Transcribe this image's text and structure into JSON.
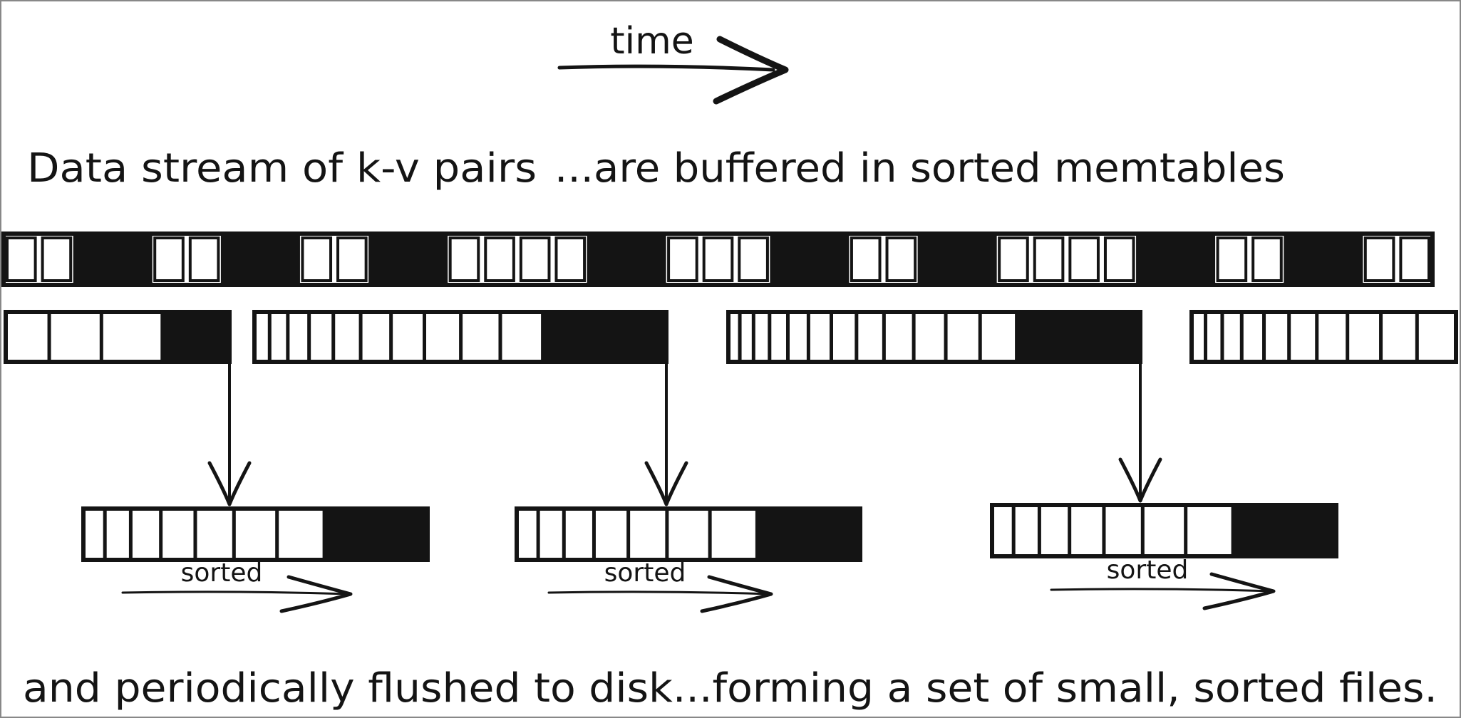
{
  "labels": {
    "time": "time",
    "stream": "Data stream of k-v pairs",
    "buffered": "...are buffered in sorted memtables",
    "flushed": "and periodically flushed to disk...forming a set of small, sorted files.",
    "sorted": "sorted"
  },
  "colors": {
    "ink": "#141414",
    "fill": "#ffffff",
    "frame": "#888888"
  },
  "stream_row": [
    {
      "kind": "cell"
    },
    {
      "kind": "cell"
    },
    {
      "kind": "block"
    },
    {
      "kind": "cell"
    },
    {
      "kind": "cell"
    },
    {
      "kind": "block"
    },
    {
      "kind": "cell"
    },
    {
      "kind": "cell"
    },
    {
      "kind": "block"
    },
    {
      "kind": "cell"
    },
    {
      "kind": "cell"
    },
    {
      "kind": "cell"
    },
    {
      "kind": "cell"
    },
    {
      "kind": "block"
    },
    {
      "kind": "cell"
    },
    {
      "kind": "cell"
    },
    {
      "kind": "cell"
    },
    {
      "kind": "block"
    },
    {
      "kind": "cell"
    },
    {
      "kind": "cell"
    },
    {
      "kind": "block"
    },
    {
      "kind": "cell"
    },
    {
      "kind": "cell"
    },
    {
      "kind": "cell"
    },
    {
      "kind": "cell"
    },
    {
      "kind": "block"
    },
    {
      "kind": "cell"
    },
    {
      "kind": "cell"
    },
    {
      "kind": "block"
    },
    {
      "kind": "cell"
    },
    {
      "kind": "cell"
    }
  ],
  "memtables": [
    {
      "cells": 3,
      "filled": true,
      "flushed": true
    },
    {
      "cells": 10,
      "filled": true,
      "flushed": true
    },
    {
      "cells": 12,
      "filled": true,
      "flushed": true
    },
    {
      "cells": 10,
      "filled": false,
      "flushed": false
    }
  ],
  "sstables": [
    {
      "cells": 7,
      "filled": true
    },
    {
      "cells": 7,
      "filled": true
    },
    {
      "cells": 7,
      "filled": true
    }
  ]
}
